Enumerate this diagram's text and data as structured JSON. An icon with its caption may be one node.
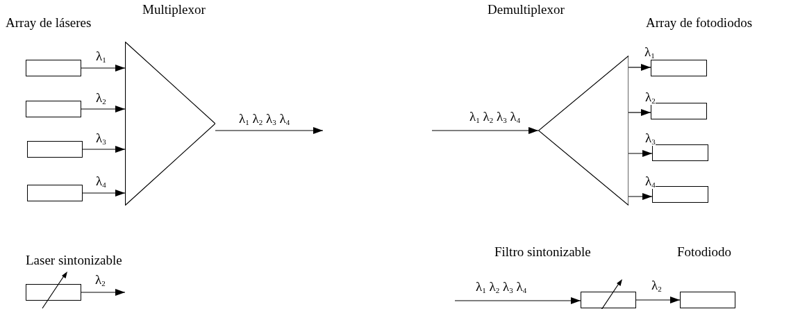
{
  "diagram": {
    "nodes": [
      {
        "text": [],
        "shape": "box"
      },
      {
        "text": [],
        "shape": "box"
      },
      {
        "text": [],
        "shape": "box"
      },
      {
        "text": [],
        "shape": "box"
      },
      {
        "text": [],
        "shape": "triangle",
        "beside": [
          "Multiplexor"
        ]
      },
      {
        "text": [],
        "shape": "triangle",
        "beside": [
          "Demultiplexor"
        ]
      },
      {
        "text": [],
        "shape": "box"
      },
      {
        "text": [],
        "shape": "box"
      },
      {
        "text": [],
        "shape": "box"
      },
      {
        "text": [],
        "shape": "box"
      },
      {
        "text": [],
        "shape": "box",
        "beside": [
          "Laser sintonizable"
        ]
      },
      {
        "text": [],
        "shape": "box",
        "beside": [
          "Filtro sintonizable"
        ]
      },
      {
        "text": [],
        "shape": "box",
        "beside": [
          "Fotodiodo"
        ]
      }
    ],
    "edges": [
      {
        "from": 0,
        "to": 4,
        "arrow": "to",
        "label": "λ$_{1}$"
      },
      {
        "from": 1,
        "to": 4,
        "arrow": "to",
        "label": "λ$_{2}$"
      },
      {
        "from": 2,
        "to": 4,
        "arrow": "to",
        "label": "λ$_{3}$"
      },
      {
        "from": 3,
        "to": 4,
        "arrow": "to",
        "label": "λ$_{4}$"
      },
      {
        "from": 4,
        "to": null,
        "arrow": "to",
        "label": "λ$_{1}$ λ$_{2}$ λ$_{3}$ λ$_{4}$"
      },
      {
        "from": null,
        "to": 5,
        "arrow": "to",
        "label": "λ$_{1}$ λ$_{2}$ λ$_{3}$ λ$_{4}$"
      },
      {
        "from": 5,
        "to": 6,
        "arrow": "to",
        "label": "λ$_{1}$"
      },
      {
        "from": 5,
        "to": 7,
        "arrow": "to",
        "label": "λ$_{2}$"
      },
      {
        "from": 5,
        "to": 8,
        "arrow": "to",
        "label": "λ$_{3}$"
      },
      {
        "from": 5,
        "to": 9,
        "arrow": "to",
        "label": "λ$_{4}$"
      },
      {
        "from": 10,
        "to": null,
        "arrow": "to",
        "label": "λ$_{2}$"
      },
      {
        "from": null,
        "to": 11,
        "arrow": "to",
        "label": "λ$_{1}$ λ$_{2}$ λ$_{3}$ λ$_{4}$"
      },
      {
        "from": 11,
        "to": 12,
        "arrow": "to",
        "label": "λ$_{2}$"
      }
    ],
    "labels": [
      "Array de láseres",
      "Array de fotodiodos"
    ]
  }
}
